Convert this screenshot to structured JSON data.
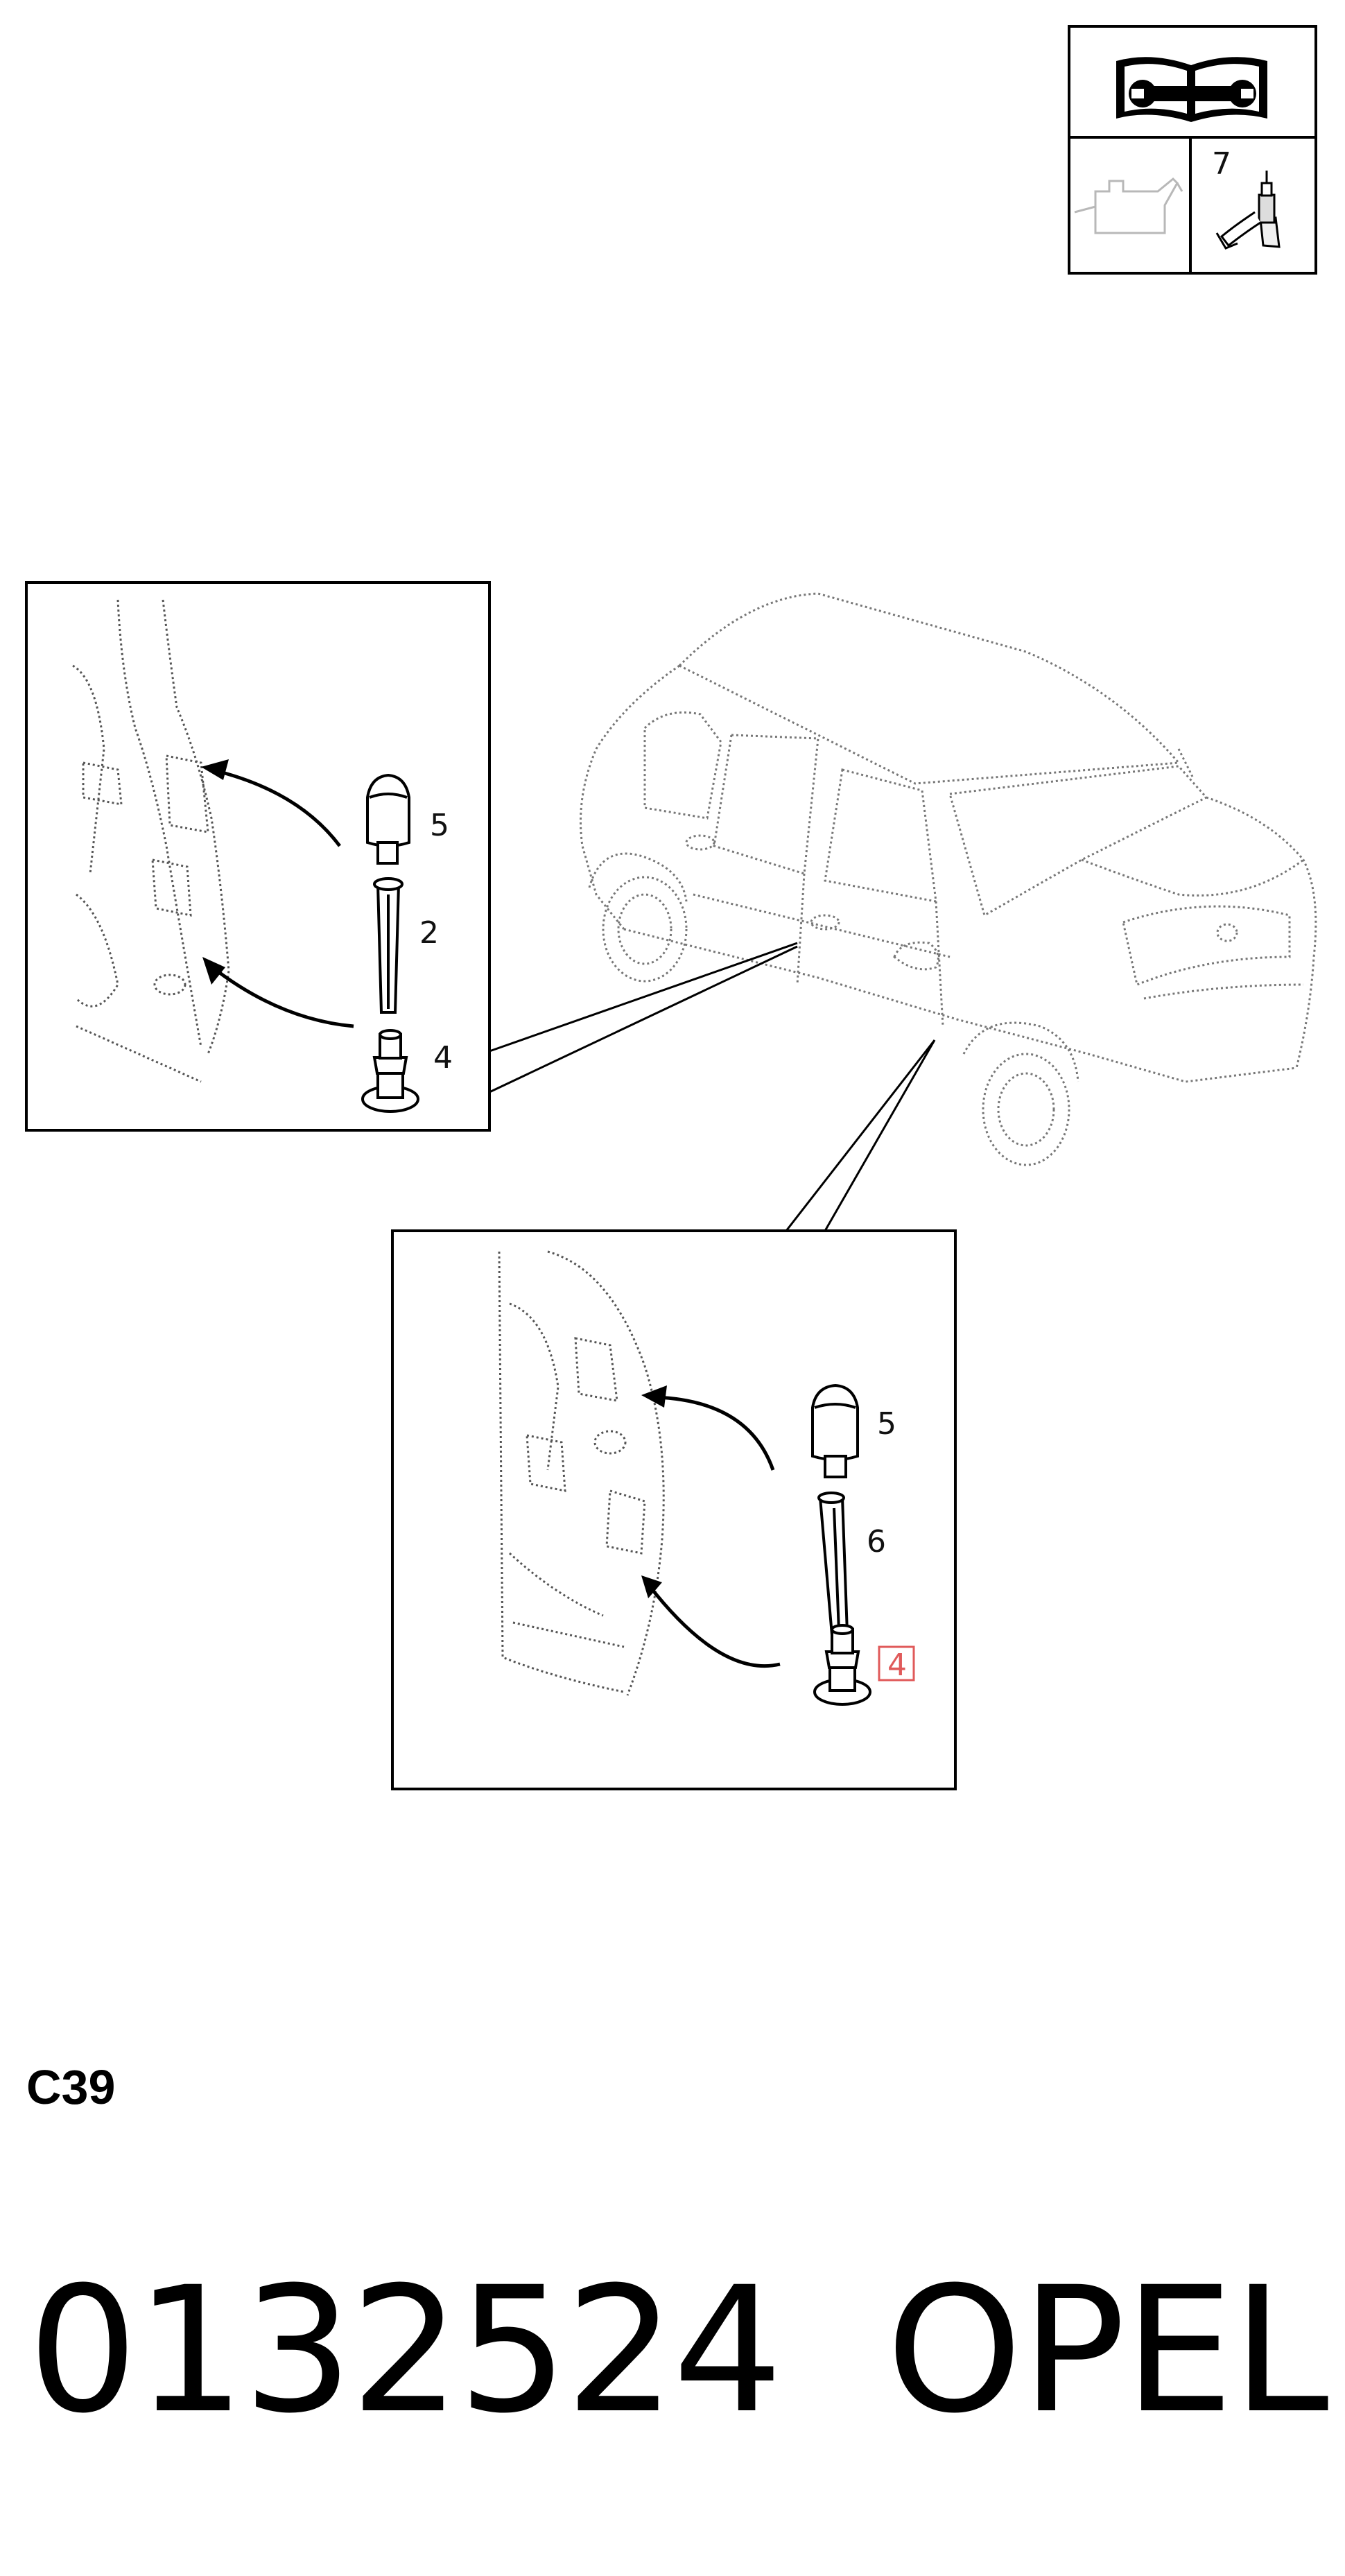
{
  "icon_block": {
    "cells": [
      "manual-wrench-icon",
      "oil-can-icon",
      "sealant-bottle-icon"
    ],
    "sealant_number": "7"
  },
  "detail_upper": {
    "callouts": [
      "5",
      "2",
      "4"
    ]
  },
  "detail_lower": {
    "callouts": [
      "5",
      "6",
      "4"
    ],
    "highlighted_callout_index": 2,
    "highlight_color": "#e05a5a"
  },
  "diagram_code": "C39",
  "footer": {
    "part_number": "0132524",
    "brand": "OPEL"
  }
}
